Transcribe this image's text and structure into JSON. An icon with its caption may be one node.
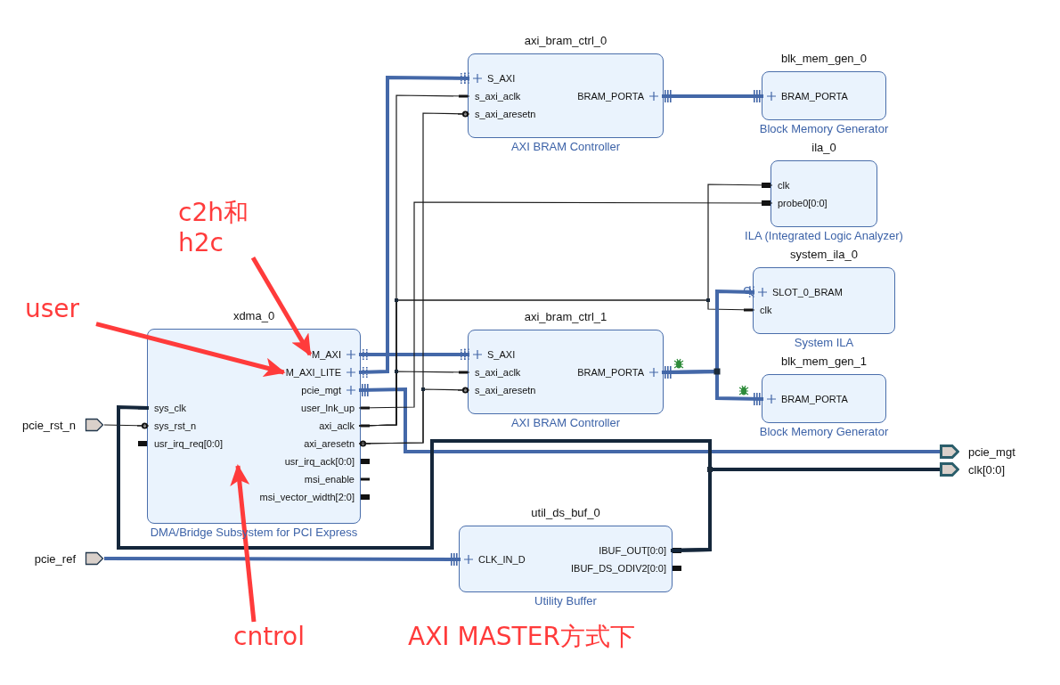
{
  "diagram": {
    "nodes": [
      {
        "text": [
          "axi_bram_ctrl_0",
          "AXI BRAM Controller"
        ]
      },
      {
        "text": [
          "S_AXI"
        ],
        "in": 0
      },
      {
        "text": [
          "s_axi_aclk"
        ],
        "in": 0
      },
      {
        "text": [
          "s_axi_aresetn"
        ],
        "in": 0
      },
      {
        "text": [
          "BRAM_PORTA"
        ],
        "in": 0
      },
      {
        "text": [
          "blk_mem_gen_0",
          "Block Memory Generator"
        ]
      },
      {
        "text": [
          "BRAM_PORTA"
        ],
        "in": 5
      },
      {
        "text": [
          "ila_0",
          "ILA (Integrated Logic Analyzer)"
        ]
      },
      {
        "text": [
          "clk"
        ],
        "in": 7
      },
      {
        "text": [
          "probe0[0:0]"
        ],
        "in": 7
      },
      {
        "text": [
          "c2h和 h2c"
        ]
      },
      {
        "text": [
          "system_ila_0",
          "System ILA"
        ]
      },
      {
        "text": [
          "SLOT_0_BRAM"
        ],
        "in": 11
      },
      {
        "text": [
          "clk"
        ],
        "in": 11
      },
      {
        "text": [
          "user"
        ]
      },
      {
        "text": [
          "xdma_0",
          "DMA/Bridge Subsystem for PCI Express"
        ]
      },
      {
        "text": [
          "M_AXI"
        ],
        "in": 15
      },
      {
        "text": [
          "M_AXI_LITE"
        ],
        "in": 15
      },
      {
        "text": [
          "pcie_mgt"
        ],
        "in": 15
      },
      {
        "text": [
          "sys_clk"
        ],
        "in": 15
      },
      {
        "text": [
          "sys_rst_n"
        ],
        "in": 15
      },
      {
        "text": [
          "usr_irq_req[0:0]"
        ],
        "in": 15
      },
      {
        "text": [
          "user_lnk_up"
        ],
        "in": 15
      },
      {
        "text": [
          "axi_aclk"
        ],
        "in": 15
      },
      {
        "text": [
          "axi_aresetn"
        ],
        "in": 15
      },
      {
        "text": [
          "usr_irq_ack[0:0]"
        ],
        "in": 15
      },
      {
        "text": [
          "msi_enable"
        ],
        "in": 15
      },
      {
        "text": [
          "msi_vector_width[2:0]"
        ],
        "in": 15
      },
      {
        "text": [
          "axi_bram_ctrl_1",
          "AXI BRAM Controller"
        ]
      },
      {
        "text": [
          "S_AXI"
        ],
        "in": 28
      },
      {
        "text": [
          "s_axi_aclk"
        ],
        "in": 28
      },
      {
        "text": [
          "s_axi_aresetn"
        ],
        "in": 28
      },
      {
        "text": [
          "BRAM_PORTA"
        ],
        "in": 28
      },
      {
        "text": [
          "blk_mem_gen_1",
          "Block Memory Generator"
        ]
      },
      {
        "text": [
          "BRAM_PORTA"
        ],
        "in": 33
      },
      {
        "text": [
          "pcie_rst_n"
        ]
      },
      {
        "text": [
          "pcie_mgt"
        ]
      },
      {
        "text": [
          "clk[0:0]"
        ]
      },
      {
        "text": [
          "util_ds_buf_0",
          "Utility Buffer"
        ]
      },
      {
        "text": [
          "CLK_IN_D"
        ],
        "in": 38
      },
      {
        "text": [
          "IBUF_OUT[0:0]"
        ],
        "in": 38
      },
      {
        "text": [
          "IBUF_DS_ODIV2[0:0]"
        ],
        "in": 38
      },
      {
        "text": [
          "pcie_ref"
        ]
      },
      {
        "text": [
          "cntrol"
        ]
      }
    ],
    "edges": [
      {
        "from": 16,
        "to": 29,
        "arrow": "other",
        "color": "#4468a8"
      },
      {
        "from": 17,
        "to": 1,
        "arrow": "other",
        "color": "#4468a8"
      },
      {
        "from": 18,
        "to": 36,
        "arrow": "none",
        "color": "#4468a8"
      },
      {
        "from": 22,
        "to": 9,
        "arrow": "none"
      },
      {
        "from": 23,
        "to": 2,
        "arrow": "none"
      },
      {
        "from": 23,
        "to": 30,
        "arrow": "none"
      },
      {
        "from": 23,
        "to": 8,
        "arrow": "none"
      },
      {
        "from": 23,
        "to": 13,
        "arrow": "none"
      },
      {
        "from": 24,
        "to": 3,
        "arrow": "none"
      },
      {
        "from": 24,
        "to": 31,
        "arrow": "none"
      },
      {
        "from": 4,
        "to": 6,
        "arrow": "none",
        "color": "#4468a8"
      },
      {
        "from": 32,
        "to": 12,
        "arrow": "other",
        "color": "#4468a8"
      },
      {
        "from": 32,
        "to": 34,
        "arrow": "none",
        "color": "#4468a8"
      },
      {
        "from": 35,
        "to": 20,
        "arrow": "none"
      },
      {
        "from": 42,
        "to": 39,
        "arrow": "none",
        "color": "#4468a8"
      },
      {
        "from": 40,
        "to": 19,
        "arrow": "none",
        "color": "#15273b"
      },
      {
        "from": 40,
        "to": 37,
        "arrow": "none",
        "color": "#15273b"
      },
      {
        "from": 10,
        "to": 16,
        "arrow": "to",
        "color": "#ff3b3b"
      },
      {
        "from": 14,
        "to": 17,
        "arrow": "to",
        "color": "#ff3b3b"
      },
      {
        "from": 43,
        "to": 15,
        "arrow": "to",
        "color": "#ff3b3b"
      }
    ],
    "labels": [
      "AXI MASTER方式下"
    ]
  }
}
